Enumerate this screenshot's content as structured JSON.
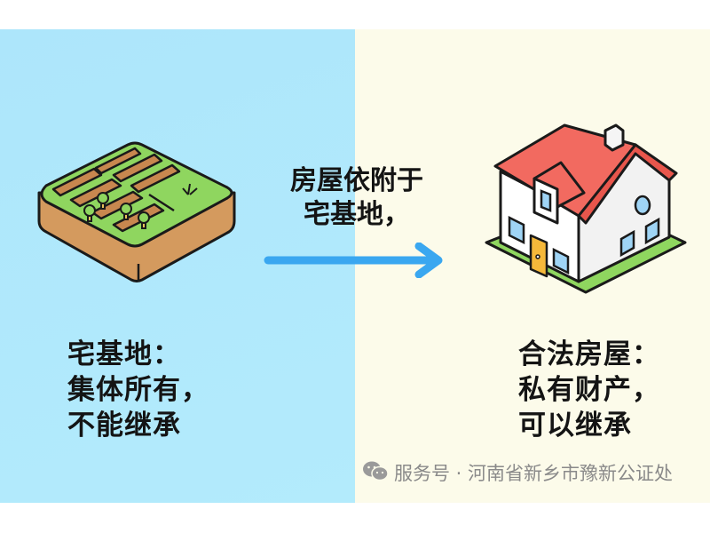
{
  "left": {
    "title": "宅基地：",
    "lines": [
      "集体所有，",
      "不能继承"
    ],
    "icon": "land-plot-icon",
    "bg_color": "#b0e8fb"
  },
  "middle": {
    "line1": "房屋依附于",
    "line2": "宅基地，",
    "arrow": "right-arrow-icon",
    "arrow_color": "#3aa7f0"
  },
  "right": {
    "title": "合法房屋：",
    "lines": [
      "私有财产，",
      "可以继承"
    ],
    "icon": "house-icon",
    "bg_color": "#fcfbea"
  },
  "footer": {
    "icon": "wechat-icon",
    "text": "服务号 · 河南省新乡市豫新公证处"
  }
}
